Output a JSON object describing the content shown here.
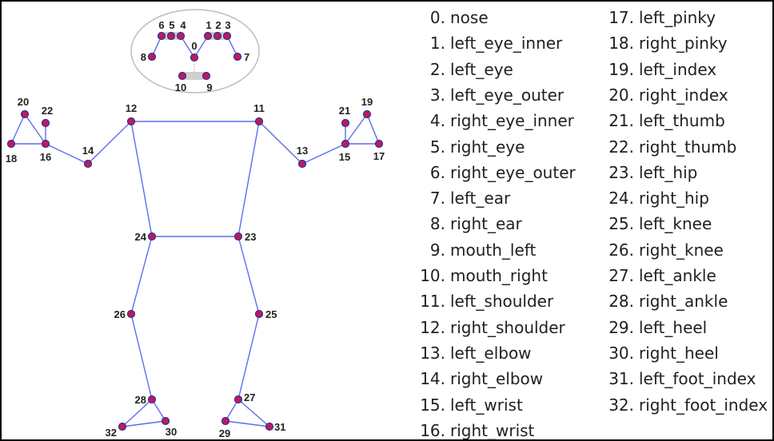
{
  "colors": {
    "bone": "#5b6cf2",
    "joint_fill": "#c2185b",
    "joint_ring": "#283593",
    "eye_fill": "#cfcfcf",
    "face_outline": "#bdbdbd",
    "text": "#202124"
  },
  "keypoints": [
    {
      "id": 0,
      "label": "0",
      "name": "nose"
    },
    {
      "id": 1,
      "label": "1",
      "name": "left_eye_inner"
    },
    {
      "id": 2,
      "label": "2",
      "name": "left_eye"
    },
    {
      "id": 3,
      "label": "3",
      "name": "left_eye_outer"
    },
    {
      "id": 4,
      "label": "4",
      "name": "right_eye_inner"
    },
    {
      "id": 5,
      "label": "5",
      "name": "right_eye"
    },
    {
      "id": 6,
      "label": "6",
      "name": "right_eye_outer"
    },
    {
      "id": 7,
      "label": "7",
      "name": "left_ear"
    },
    {
      "id": 8,
      "label": "8",
      "name": "right_ear"
    },
    {
      "id": 9,
      "label": "9",
      "name": "mouth_left"
    },
    {
      "id": 10,
      "label": "10",
      "name": "mouth_right"
    },
    {
      "id": 11,
      "label": "11",
      "name": "left_shoulder"
    },
    {
      "id": 12,
      "label": "12",
      "name": "right_shoulder"
    },
    {
      "id": 13,
      "label": "13",
      "name": "left_elbow"
    },
    {
      "id": 14,
      "label": "14",
      "name": "right_elbow"
    },
    {
      "id": 15,
      "label": "15",
      "name": "left_wrist"
    },
    {
      "id": 16,
      "label": "16",
      "name": "right_wrist"
    },
    {
      "id": 17,
      "label": "17",
      "name": "left_pinky"
    },
    {
      "id": 18,
      "label": "18",
      "name": "right_pinky"
    },
    {
      "id": 19,
      "label": "19",
      "name": "left_index"
    },
    {
      "id": 20,
      "label": "20",
      "name": "right_index"
    },
    {
      "id": 21,
      "label": "21",
      "name": "left_thumb"
    },
    {
      "id": 22,
      "label": "22",
      "name": "right_thumb"
    },
    {
      "id": 23,
      "label": "23",
      "name": "left_hip"
    },
    {
      "id": 24,
      "label": "24",
      "name": "right_hip"
    },
    {
      "id": 25,
      "label": "25",
      "name": "left_knee"
    },
    {
      "id": 26,
      "label": "26",
      "name": "right_knee"
    },
    {
      "id": 27,
      "label": "27",
      "name": "left_ankle"
    },
    {
      "id": 28,
      "label": "28",
      "name": "right_ankle"
    },
    {
      "id": 29,
      "label": "29",
      "name": "left_heel"
    },
    {
      "id": 30,
      "label": "30",
      "name": "right_heel"
    },
    {
      "id": 31,
      "label": "31",
      "name": "left_foot_index"
    },
    {
      "id": 32,
      "label": "32",
      "name": "right_foot_index"
    }
  ],
  "connections": [
    [
      11,
      12
    ],
    [
      11,
      13
    ],
    [
      13,
      15
    ],
    [
      12,
      14
    ],
    [
      14,
      16
    ],
    [
      11,
      23
    ],
    [
      12,
      24
    ],
    [
      23,
      24
    ],
    [
      23,
      25
    ],
    [
      25,
      27
    ],
    [
      24,
      26
    ],
    [
      26,
      28
    ],
    [
      15,
      17
    ],
    [
      15,
      19
    ],
    [
      17,
      19
    ],
    [
      15,
      21
    ],
    [
      16,
      18
    ],
    [
      16,
      20
    ],
    [
      18,
      20
    ],
    [
      16,
      22
    ],
    [
      27,
      29
    ],
    [
      27,
      31
    ],
    [
      29,
      31
    ],
    [
      28,
      30
    ],
    [
      28,
      32
    ],
    [
      30,
      32
    ],
    [
      8,
      6
    ],
    [
      0,
      4
    ],
    [
      0,
      1
    ],
    [
      3,
      7
    ]
  ]
}
